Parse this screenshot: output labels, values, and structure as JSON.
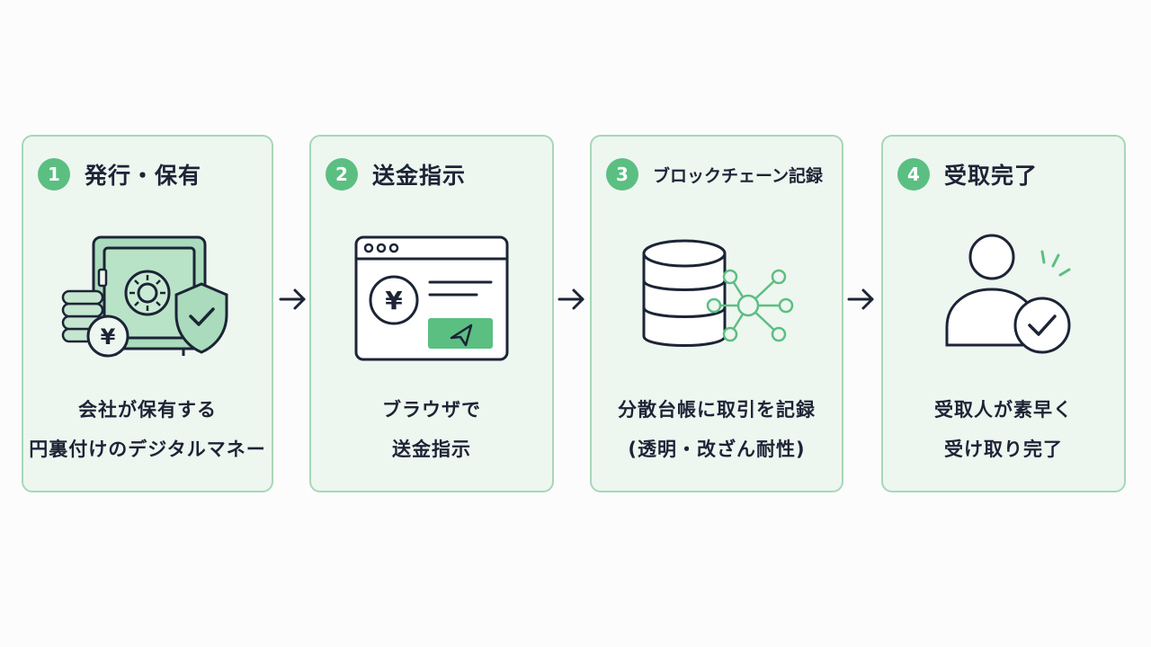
{
  "steps": [
    {
      "number": "1",
      "title": "発行・保有",
      "description": [
        "会社が保有する",
        "円裏付けのデジタルマネー"
      ],
      "icon": "safe-coins-shield"
    },
    {
      "number": "2",
      "title": "送金指示",
      "description": [
        "ブラウザで",
        "送金指示"
      ],
      "icon": "browser-yen-send",
      "yen_symbol": "¥"
    },
    {
      "number": "3",
      "title": "ブロックチェーン記録",
      "description": [
        "分散台帳に取引を記録",
        "(透明・改ざん耐性)"
      ],
      "icon": "database-network"
    },
    {
      "number": "4",
      "title": "受取完了",
      "description": [
        "受取人が素早く",
        "受け取り完了"
      ],
      "icon": "person-check"
    }
  ],
  "coin_symbol": "¥",
  "colors": {
    "accent": "#5bbf82",
    "card_bg": "#eef6f0",
    "card_border": "#a7d7b8",
    "ink": "#1c2436"
  }
}
